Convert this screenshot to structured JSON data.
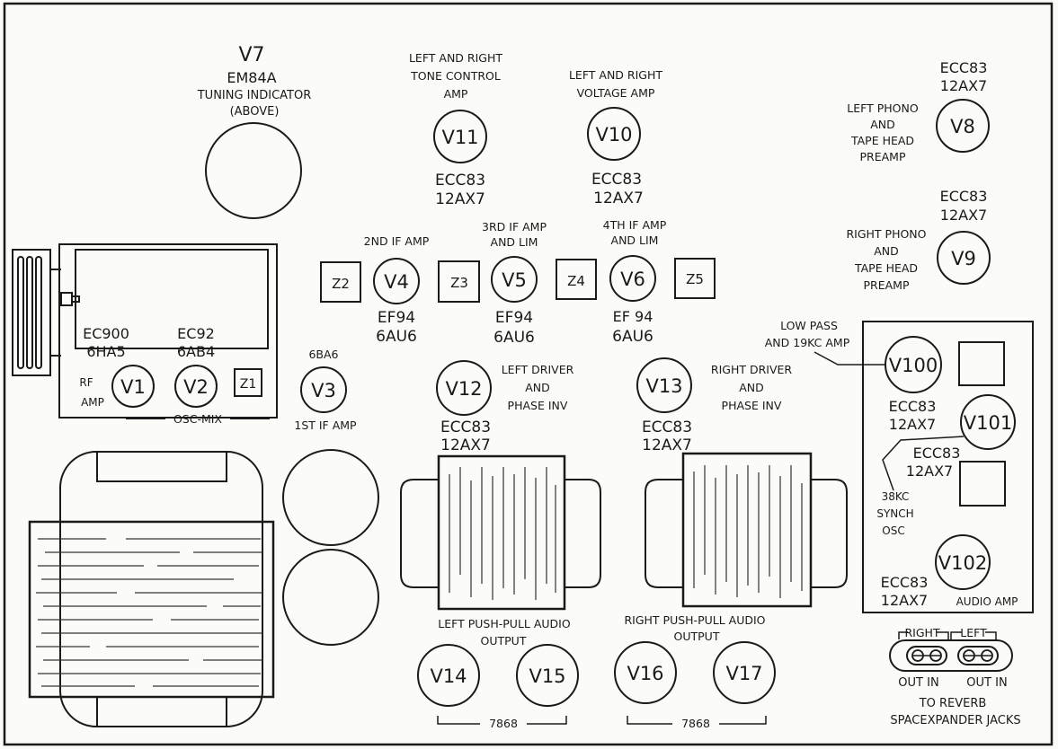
{
  "tubes": {
    "v7": "V7",
    "v1": "V1",
    "v2": "V2",
    "v3": "V3",
    "v4": "V4",
    "v5": "V5",
    "v6": "V6",
    "v8": "V8",
    "v9": "V9",
    "v10": "V10",
    "v11": "V11",
    "v12": "V12",
    "v13": "V13",
    "v14": "V14",
    "v15": "V15",
    "v16": "V16",
    "v17": "V17",
    "v100": "V100",
    "v101": "V101",
    "v102": "V102"
  },
  "coils": {
    "z1": "Z1",
    "z2": "Z2",
    "z3": "Z3",
    "z4": "Z4",
    "z5": "Z5"
  },
  "labels": {
    "v7_type": "EM84A",
    "v7_func": "TUNING INDICATOR",
    "v7_note": "(ABOVE)",
    "v11_func": [
      "LEFT AND RIGHT",
      "TONE CONTROL",
      "AMP"
    ],
    "v11_type": [
      "ECC83",
      "12AX7"
    ],
    "v10_func": [
      "LEFT AND RIGHT",
      "VOLTAGE AMP"
    ],
    "v10_type": [
      "ECC83",
      "12AX7"
    ],
    "v8_type": [
      "ECC83",
      "12AX7"
    ],
    "v8_func": [
      "LEFT PHONO",
      "AND",
      "TAPE HEAD",
      "PREAMP"
    ],
    "v9_type": [
      "ECC83",
      "12AX7"
    ],
    "v9_func": [
      "RIGHT PHONO",
      "AND",
      "TAPE HEAD",
      "PREAMP"
    ],
    "v4_func": "2ND IF AMP",
    "v5_func": [
      "3RD IF AMP",
      "AND LIM"
    ],
    "v6_func": [
      "4TH IF AMP",
      "AND LIM"
    ],
    "v4_type": [
      "EF94",
      "6AU6"
    ],
    "v5_type": [
      "EF94",
      "6AU6"
    ],
    "v6_type": [
      "EF 94",
      "6AU6"
    ],
    "v1_type": [
      "EC900",
      "6HA5"
    ],
    "v2_type": [
      "EC92",
      "6AB4"
    ],
    "rf_amp": [
      "RF",
      "AMP"
    ],
    "osc_mix": "OSC-MIX",
    "v3_type": "6BA6",
    "v3_func": "1ST IF AMP",
    "v12_func": [
      "LEFT DRIVER",
      "AND",
      "PHASE INV"
    ],
    "v12_type": [
      "ECC83",
      "12AX7"
    ],
    "v13_func": [
      "RIGHT DRIVER",
      "AND",
      "PHASE INV"
    ],
    "v13_type": [
      "ECC83",
      "12AX7"
    ],
    "lowpass": [
      "LOW PASS",
      "AND 19KC AMP"
    ],
    "v100_type": [
      "ECC83",
      "12AX7"
    ],
    "v101_type": [
      "ECC83",
      "12AX7"
    ],
    "synch": [
      "38KC",
      "SYNCH",
      "OSC"
    ],
    "v102_type": [
      "ECC83",
      "12AX7"
    ],
    "audio_amp": "AUDIO AMP",
    "left_output": [
      "LEFT PUSH-PULL AUDIO",
      "OUTPUT"
    ],
    "right_output": [
      "RIGHT PUSH-PULL AUDIO",
      "OUTPUT"
    ],
    "left_pair_type": "7868",
    "right_pair_type": "7868",
    "jack_right": "RIGHT",
    "jack_left": "LEFT",
    "out_in_1": "OUT IN",
    "out_in_2": "OUT IN",
    "reverb": [
      "TO REVERB",
      "SPACEXPANDER JACKS"
    ]
  }
}
